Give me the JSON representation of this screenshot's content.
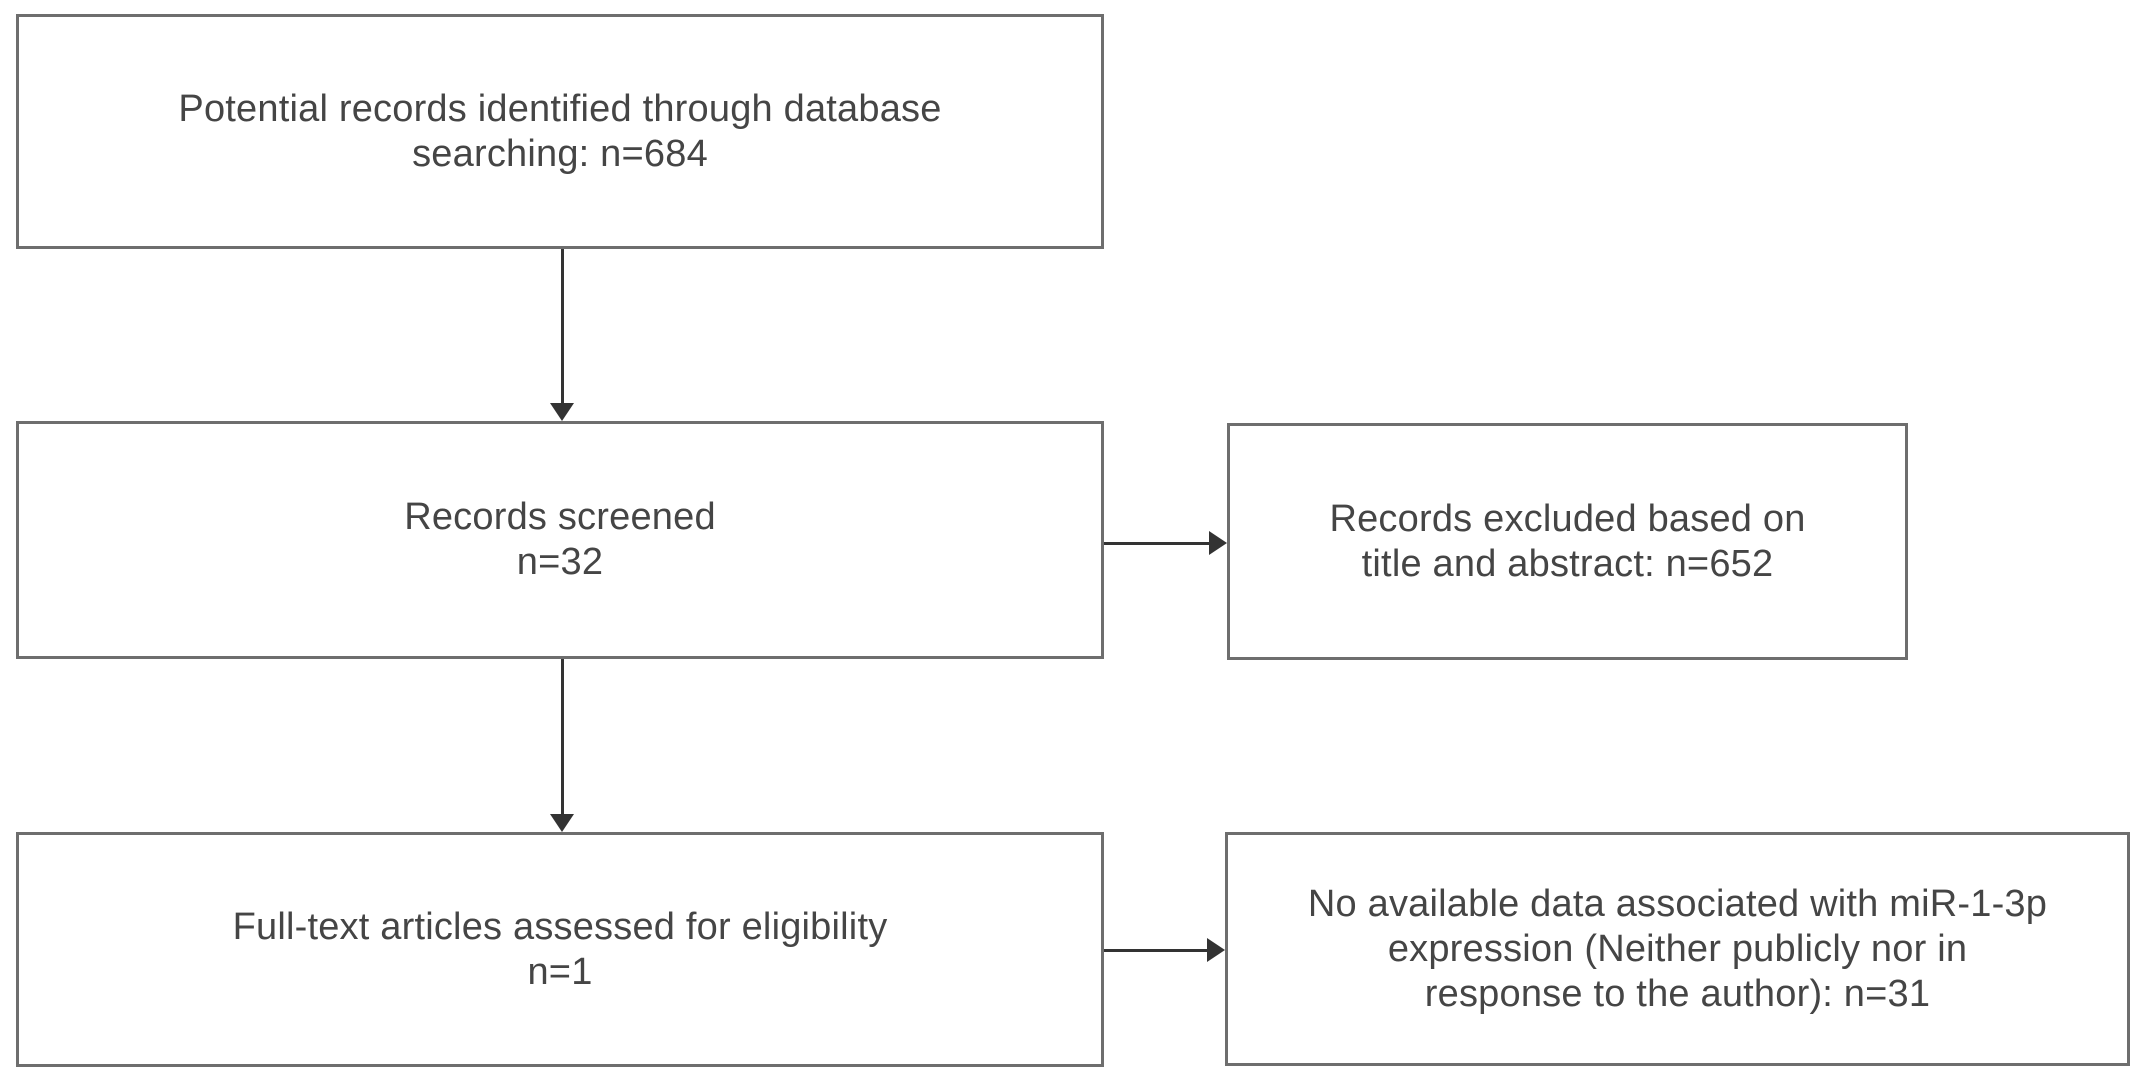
{
  "theme": {
    "background": "#ffffff",
    "box_fill": "#ffffff",
    "box_border": "#6e6e6e",
    "text_color": "#454545",
    "arrow_color": "#333333"
  },
  "flowchart": {
    "type": "study-selection-flow-diagram",
    "boxes": [
      {
        "id": "identified",
        "lines": [
          "Potential records identified through database",
          "searching: n=684"
        ],
        "count_label": "n=684",
        "count": 684
      },
      {
        "id": "screened",
        "lines": [
          "Records screened",
          "n=32"
        ],
        "count_label": "n=32",
        "count": 32
      },
      {
        "id": "excluded",
        "lines": [
          "Records excluded based on",
          "title and abstract: n=652"
        ],
        "count_label": "n=652",
        "count": 652
      },
      {
        "id": "fulltext",
        "lines": [
          "Full-text articles assessed for eligibility",
          "n=1"
        ],
        "count_label": "n=1",
        "count": 1
      },
      {
        "id": "nodata",
        "lines": [
          "No available data associated with miR-1-3p",
          "expression (Neither publicly nor in",
          "response to the author): n=31"
        ],
        "count_label": "n=31",
        "count": 31
      }
    ],
    "arrows": [
      {
        "from": "identified",
        "to": "screened",
        "direction": "down"
      },
      {
        "from": "screened",
        "to": "excluded",
        "direction": "right"
      },
      {
        "from": "screened",
        "to": "fulltext",
        "direction": "down"
      },
      {
        "from": "fulltext",
        "to": "nodata",
        "direction": "right"
      }
    ]
  }
}
